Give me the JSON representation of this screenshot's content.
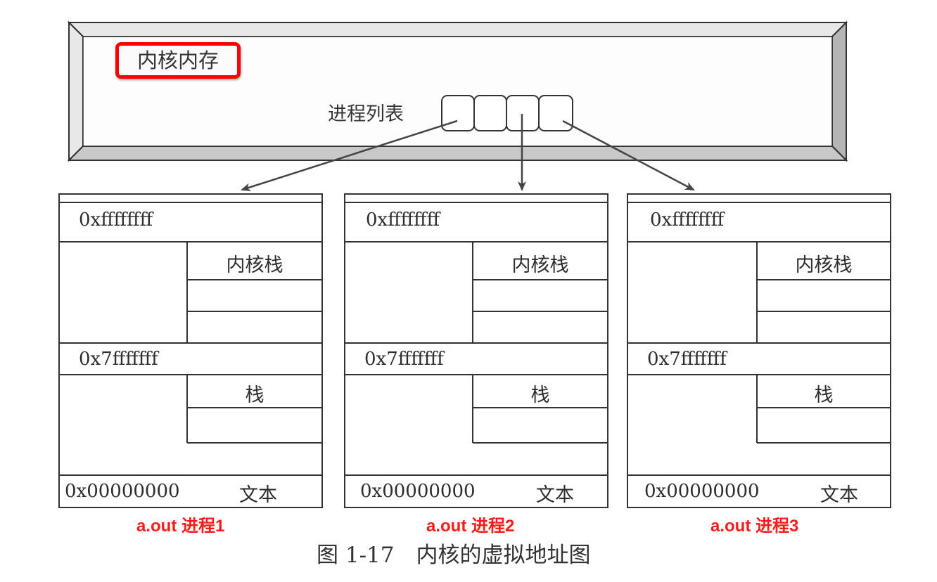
{
  "kernel_memory": {
    "label": "内核内存"
  },
  "process_list": {
    "label": "进程列表"
  },
  "address_space": {
    "addr_top": "0xffffffff",
    "kernel_stack": "内核栈",
    "addr_mid": "0x7fffffff",
    "stack": "栈",
    "addr_bottom": "0x00000000",
    "text": "文本"
  },
  "processes": [
    {
      "label": "a.out 进程1"
    },
    {
      "label": "a.out 进程2"
    },
    {
      "label": "a.out 进程3"
    }
  ],
  "caption": "图 1-17　内核的虚拟地址图",
  "colors": {
    "highlight": "#ff0000",
    "ink": "#333333"
  }
}
